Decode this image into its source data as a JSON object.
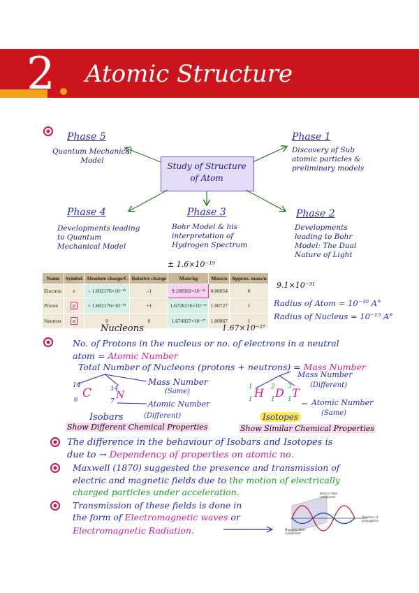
{
  "header": {
    "chapter_number": "2",
    "chapter_title": "Atomic Structure"
  },
  "mindmap": {
    "center": "Study of Structure of Atom",
    "phases": [
      {
        "id": "phase5",
        "title": "Phase 5",
        "desc": "Quantum Mechanical Model"
      },
      {
        "id": "phase1",
        "title": "Phase 1",
        "desc": "Discovery of Sub atomic particles & preliminary models"
      },
      {
        "id": "phase4",
        "title": "Phase 4",
        "desc": "Developments leading to Quantum Mechanical Model"
      },
      {
        "id": "phase3",
        "title": "Phase 3",
        "desc": "Bohr Model & his interpretation of Hydrogen Spectrum"
      },
      {
        "id": "phase2",
        "title": "Phase 2",
        "desc": "Developments leading to Bohr Model: The Dual Nature of Light"
      }
    ]
  },
  "table": {
    "headers": [
      "Name",
      "Symbol",
      "Absolute charge/C",
      "Relative charge",
      "Mass/kg",
      "Mass/u",
      "Approx. mass/u"
    ],
    "rows": [
      [
        "Electron",
        "e",
        "– 1.602176×10⁻¹⁹",
        "–1",
        "9.109382×10⁻³¹",
        "0.00054",
        "0"
      ],
      [
        "Proton",
        "p",
        "+ 1.602176×10⁻¹⁹",
        "+1",
        "1.6726216×10⁻²⁷",
        "1.00727",
        "1"
      ],
      [
        "Neutron",
        "n",
        "0",
        "0",
        "1.674927×10⁻²⁷",
        "1.00867",
        "1"
      ]
    ]
  },
  "annotations": {
    "charge_note": "± 1.6×10⁻¹⁹",
    "electron_mass_note": "9.1×10⁻³¹",
    "nucleon_mass_note": "1.67×10⁻²⁷",
    "nucleons": "Nucleons",
    "radius_atom": "Radius of Atom = 10⁻¹⁰ A°",
    "radius_nucleus": "Radius of Nucleus = 10⁻¹⁵ A°"
  },
  "notes": {
    "line1": "No. of Protons in the nucleus or no. of electrons in a neutral",
    "line2a": "atom =",
    "line2b": "Atomic Number",
    "line3a": "Total Number of Nucleons (protons + neutrons) =",
    "line3b": "Mass Number"
  },
  "isobars": {
    "c_mass": "14",
    "c_atomic": "6",
    "c_symbol": "C",
    "n_mass": "14",
    "n_atomic": "7",
    "n_symbol": "N",
    "mass_label": "Mass Number",
    "mass_same": "(Same)",
    "atomic_label": "Atomic Number",
    "title": "Isobars",
    "title_sub": "(Different)",
    "property": "Show Different Chemical Properties"
  },
  "isotopes": {
    "symbols": [
      "H",
      "D",
      "T"
    ],
    "mass": [
      "1",
      "2",
      "3"
    ],
    "atomic": [
      "1",
      "1",
      "1"
    ],
    "mass_label": "Mass Number",
    "mass_sub": "(Different)",
    "atomic_label": "Atomic Number",
    "atomic_sub": "(Same)",
    "title": "Isotopes",
    "property": "Show Similar Chemical Properties"
  },
  "bottom": {
    "p1_line1": "The difference in the behaviour of Isobars and Isotopes is",
    "p1_line2a": "due to →",
    "p1_line2b": "Dependency of properties on atomic no.",
    "p2_line1": "Maxwell (1870) suggested the presence and transmission of",
    "p2_line2a": "electric and magnetic fields due to",
    "p2_line2b": "the motion of electrically",
    "p2_line3": "charged particles under acceleration.",
    "p3_line1": "Transmission of these fields is done in",
    "p3_line2a": "the form of",
    "p3_line2b": "Electromagnetic waves",
    "p3_line2c": "or",
    "p3_line3": "Electromagnetic Radiation.",
    "wave_labels": {
      "electric": "Electric field component",
      "magnetic": "Magnetic field component",
      "direction": "Direction of propagation"
    }
  },
  "colors": {
    "banner": "#cc141c",
    "accent": "#f4a21c",
    "ink": "#2a2aa8",
    "pink": "#d81b8c",
    "green": "#179b2c"
  }
}
